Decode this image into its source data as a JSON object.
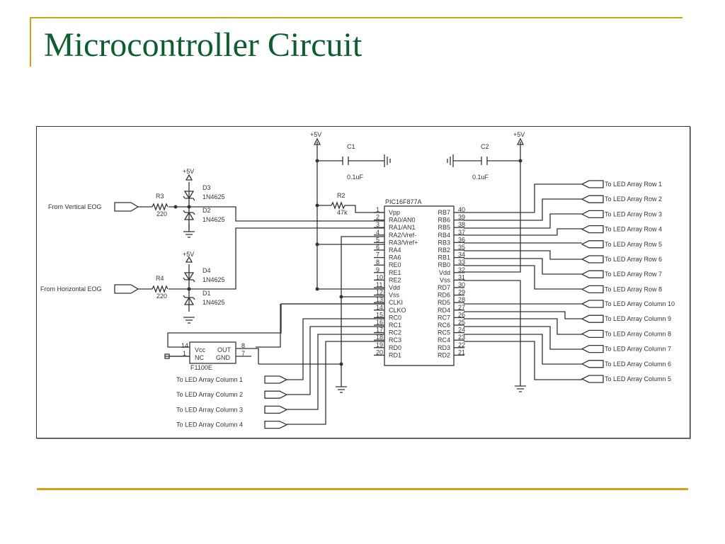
{
  "slide": {
    "title": "Microcontroller Circuit",
    "accent_color": "#d4a017",
    "title_color": "#0b5e2e"
  },
  "schematic": {
    "mcu": {
      "name": "PIC16F877A",
      "left_pins": [
        {
          "num": "1",
          "label": "Vpp"
        },
        {
          "num": "2",
          "label": "RA0/AN0"
        },
        {
          "num": "3",
          "label": "RA1/AN1"
        },
        {
          "num": "4",
          "label": "RA2/Vref-"
        },
        {
          "num": "5",
          "label": "RA3/Vref+"
        },
        {
          "num": "6",
          "label": "RA4"
        },
        {
          "num": "7",
          "label": "RA6"
        },
        {
          "num": "8",
          "label": "RE0"
        },
        {
          "num": "9",
          "label": "RE1"
        },
        {
          "num": "10",
          "label": "RE2"
        },
        {
          "num": "11",
          "label": "Vdd"
        },
        {
          "num": "12",
          "label": "Vss"
        },
        {
          "num": "13",
          "label": "CLKI"
        },
        {
          "num": "14",
          "label": "CLKO"
        },
        {
          "num": "15",
          "label": "RC0"
        },
        {
          "num": "16",
          "label": "RC1"
        },
        {
          "num": "17",
          "label": "RC2"
        },
        {
          "num": "18",
          "label": "RC3"
        },
        {
          "num": "19",
          "label": "RD0"
        },
        {
          "num": "20",
          "label": "RD1"
        }
      ],
      "right_pins": [
        {
          "num": "40",
          "label": "RB7"
        },
        {
          "num": "39",
          "label": "RB6"
        },
        {
          "num": "38",
          "label": "RB5"
        },
        {
          "num": "37",
          "label": "RB4"
        },
        {
          "num": "36",
          "label": "RB3"
        },
        {
          "num": "35",
          "label": "RB2"
        },
        {
          "num": "34",
          "label": "RB1"
        },
        {
          "num": "33",
          "label": "RB0"
        },
        {
          "num": "32",
          "label": "Vdd"
        },
        {
          "num": "31",
          "label": "Vss"
        },
        {
          "num": "30",
          "label": "RD7"
        },
        {
          "num": "29",
          "label": "RD6"
        },
        {
          "num": "28",
          "label": "RD5"
        },
        {
          "num": "27",
          "label": "RD4"
        },
        {
          "num": "26",
          "label": "RC7"
        },
        {
          "num": "25",
          "label": "RC6"
        },
        {
          "num": "24",
          "label": "RC5"
        },
        {
          "num": "23",
          "label": "RC4"
        },
        {
          "num": "22",
          "label": "RD3"
        },
        {
          "num": "21",
          "label": "RD2"
        }
      ]
    },
    "oscillator": {
      "name": "F1100E",
      "pins": [
        {
          "num": "14",
          "label": "Vcc"
        },
        {
          "num": "1",
          "label": "NC"
        },
        {
          "num": "8",
          "label": "OUT"
        },
        {
          "num": "7",
          "label": "GND"
        }
      ]
    },
    "components": {
      "R2": {
        "ref": "R2",
        "value": "47k"
      },
      "R3": {
        "ref": "R3",
        "value": "220"
      },
      "R4": {
        "ref": "R4",
        "value": "220"
      },
      "C1": {
        "ref": "C1",
        "value": "0.1uF"
      },
      "C2": {
        "ref": "C2",
        "value": "0.1uF"
      },
      "D1": {
        "ref": "D1",
        "value": "1N4625"
      },
      "D2": {
        "ref": "D2",
        "value": "1N4625"
      },
      "D3": {
        "ref": "D3",
        "value": "1N4625"
      },
      "D4": {
        "ref": "D4",
        "value": "1N4625"
      }
    },
    "power_label": "+5V",
    "inputs": {
      "vertical": "From Vertical EOG",
      "horizontal": "From Horizontal EOG"
    },
    "row_outputs": [
      "To LED Array Row 1",
      "To LED Array Row 2",
      "To LED Array Row 3",
      "To LED Array Row 4",
      "To LED Array Row 5",
      "To LED Array Row 6",
      "To LED Array Row 7",
      "To LED Array Row 8"
    ],
    "column_outputs_right": [
      "To LED Array Column 10",
      "To LED Array Column 9",
      "To LED Array Column 8",
      "To LED Array Column 7",
      "To LED Array Column 6",
      "To LED Array Column 5"
    ],
    "column_outputs_left": [
      "To LED Array Column 1",
      "To LED Array Column 2",
      "To LED Array Column 3",
      "To LED Array Column 4"
    ]
  }
}
